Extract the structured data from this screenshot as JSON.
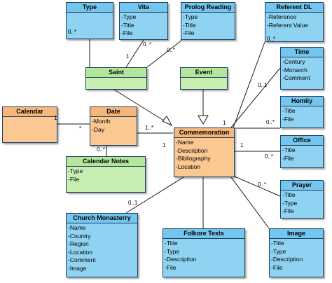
{
  "classes": {
    "type": {
      "name": "Type",
      "attrs": []
    },
    "vita": {
      "name": "Vita",
      "attrs": [
        "-Type",
        "-Title",
        "-File"
      ]
    },
    "prolog": {
      "name": "Prolog Reading",
      "attrs": [
        "-Type",
        "-Title",
        "-File"
      ]
    },
    "referent": {
      "name": "Referent DL",
      "attrs": [
        "-Reference",
        "-Referent Value"
      ]
    },
    "saint": {
      "name": "Saint",
      "attrs": []
    },
    "event": {
      "name": "Event",
      "attrs": []
    },
    "time": {
      "name": "Time",
      "attrs": [
        "-Century",
        "-Monarch",
        "-Comment"
      ]
    },
    "homily": {
      "name": "Homily",
      "attrs": [
        "-Title",
        "-File"
      ]
    },
    "calendar": {
      "name": "Calendar",
      "attrs": []
    },
    "date": {
      "name": "Date",
      "attrs": [
        "-Month",
        "-Day"
      ]
    },
    "commemoration": {
      "name": "Commemoration",
      "attrs": [
        "-Name",
        "-Description",
        "-Bibliography",
        "-Location"
      ]
    },
    "office": {
      "name": "Office",
      "attrs": [
        "-Title",
        "-File"
      ]
    },
    "calnotes": {
      "name": "Calendar Notes",
      "attrs": [
        "-Type",
        "-File"
      ]
    },
    "prayer": {
      "name": "Prayer",
      "attrs": [
        "-Title",
        "-Type",
        "-File"
      ]
    },
    "church": {
      "name": "Church Monasterry",
      "attrs": [
        "-Name",
        "-Country",
        "-Region",
        "-Location",
        "-Comment",
        "-Image"
      ]
    },
    "folklore": {
      "name": "Folkore Texts",
      "attrs": [
        "-Title",
        "-Type",
        "-Description",
        "-File"
      ]
    },
    "image": {
      "name": "Image",
      "attrs": [
        "-Title",
        "-Type",
        "-Description",
        "-File"
      ]
    }
  },
  "multiplicities": {
    "type_0n": "0..*",
    "saint_1": "1",
    "vita_0n": "0..*",
    "prolog_0n": "0..*",
    "ref_0n": "0..*",
    "ref_01": "0..1",
    "comm_1_top": "1",
    "cal_1": "1",
    "date_star": "*",
    "date_1n": "1..*",
    "comm_1_left": "1",
    "time_0n": "0..*",
    "comm_1_right": "1",
    "office_0n": "0..*",
    "calnotes_0n": "0..*",
    "prayer_0n": "0..*",
    "church_01": "0..1"
  },
  "colors": {
    "blue": "#8fd3f2",
    "green": "#c8efb1",
    "orange": "#fbc892",
    "border": "#1f3f66"
  }
}
